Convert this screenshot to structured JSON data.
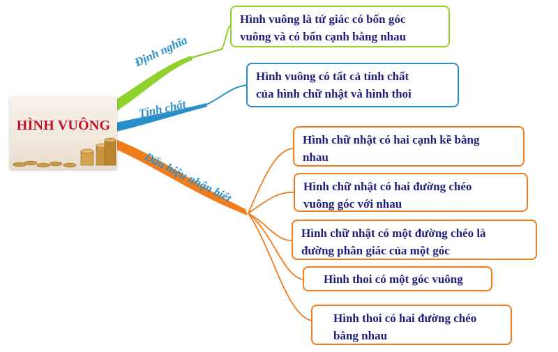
{
  "central": {
    "title": "HÌNH VUÔNG"
  },
  "branches": [
    {
      "label": "Định nghĩa",
      "color": "#8fd12f",
      "nodes": [
        {
          "lines": [
            "Hình vuông là tứ giác có bốn góc",
            "vuông và có bốn cạnh bằng nhau"
          ]
        }
      ]
    },
    {
      "label": "Tính chất",
      "color": "#2a8fc9",
      "nodes": [
        {
          "lines": [
            "Hình vuông có tất cả tính chất",
            "của hình chữ nhật và hình thoi"
          ]
        }
      ]
    },
    {
      "label": "Dấu hiệu nhận biết",
      "color": "#f07c1c",
      "nodes": [
        {
          "lines": [
            "Hình chữ nhật có hai cạnh kề bằng",
            "nhau"
          ]
        },
        {
          "lines": [
            "Hình chữ nhật có hai đường chéo",
            "vuông góc với nhau"
          ]
        },
        {
          "lines": [
            "Hình chữ nhật có một đường chéo là",
            "đường phân giác của một góc"
          ]
        },
        {
          "lines": [
            "Hình thoi có một góc vuông"
          ]
        },
        {
          "lines": [
            "Hình thoi có hai đường chéo",
            "bằng nhau"
          ]
        }
      ]
    }
  ]
}
